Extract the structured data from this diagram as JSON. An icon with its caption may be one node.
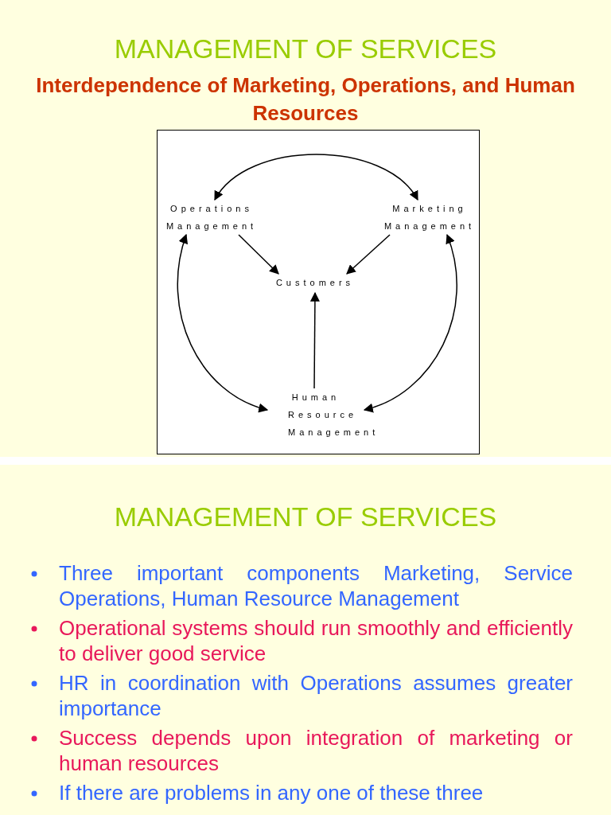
{
  "diagram": {
    "title": "MANAGEMENT OF SERVICES",
    "nodes": [
      {
        "text": [
          "Operations Management"
        ]
      },
      {
        "text": [
          "Marketing Management"
        ]
      },
      {
        "text": [
          "Customers"
        ]
      },
      {
        "text": [
          "Human Resource Management"
        ]
      }
    ],
    "edges": [
      {
        "from": 0,
        "to": 1,
        "arrow": "both"
      },
      {
        "from": 0,
        "to": 2,
        "arrow": "to"
      },
      {
        "from": 1,
        "to": 2,
        "arrow": "to"
      },
      {
        "from": 3,
        "to": 2,
        "arrow": "to"
      },
      {
        "from": 0,
        "to": 3,
        "arrow": "both"
      },
      {
        "from": 1,
        "to": 3,
        "arrow": "both"
      }
    ],
    "labels": [
      "Interdependence of Marketing, Operations, and Human Resources",
      "MANAGEMENT OF SERVICES",
      "Three important components Marketing, Service Operations, Human Resource Management",
      "Operational systems should run smoothly and efficiently to deliver good service",
      "HR in coordination with Operations assumes greater importance",
      "Success depends upon integration of marketing or human resources",
      "If there are problems in any one of these three"
    ]
  }
}
